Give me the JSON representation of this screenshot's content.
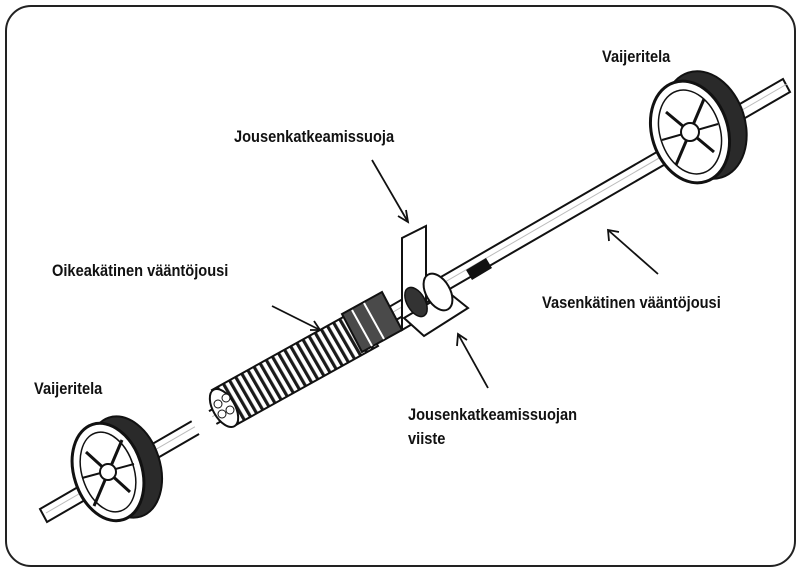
{
  "labels": {
    "cable_drum_right": "Vaijeritela",
    "cable_drum_left": "Vaijeritela",
    "spring_break_guard": "Jousenkatkeamissuoja",
    "right_hand_spring": "Oikeakätinen vääntöjousi",
    "left_hand_spring": "Vasenkätinen vääntöjousi",
    "guard_bevel_line1": "Jousenkatkeamissuojan",
    "guard_bevel_line2": "viiste"
  }
}
